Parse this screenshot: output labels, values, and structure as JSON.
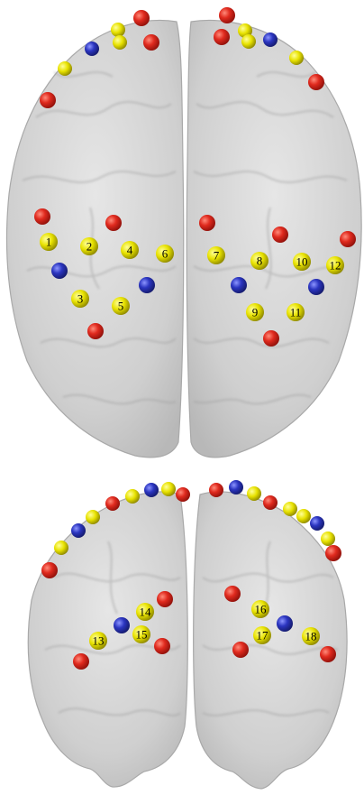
{
  "colors": {
    "background": "#ffffff",
    "brain": "#c9c9c9",
    "electrode_red": "#d0201a",
    "electrode_blue": "#2b35a8",
    "electrode_yellow": "#e6e000"
  },
  "views": [
    {
      "name": "top-view",
      "labeled_electrodes": [
        "1",
        "2",
        "3",
        "4",
        "5",
        "6",
        "7",
        "8",
        "9",
        "10",
        "11",
        "12"
      ]
    },
    {
      "name": "back-view",
      "labeled_electrodes": [
        "13",
        "14",
        "15",
        "16",
        "17",
        "18"
      ]
    }
  ]
}
